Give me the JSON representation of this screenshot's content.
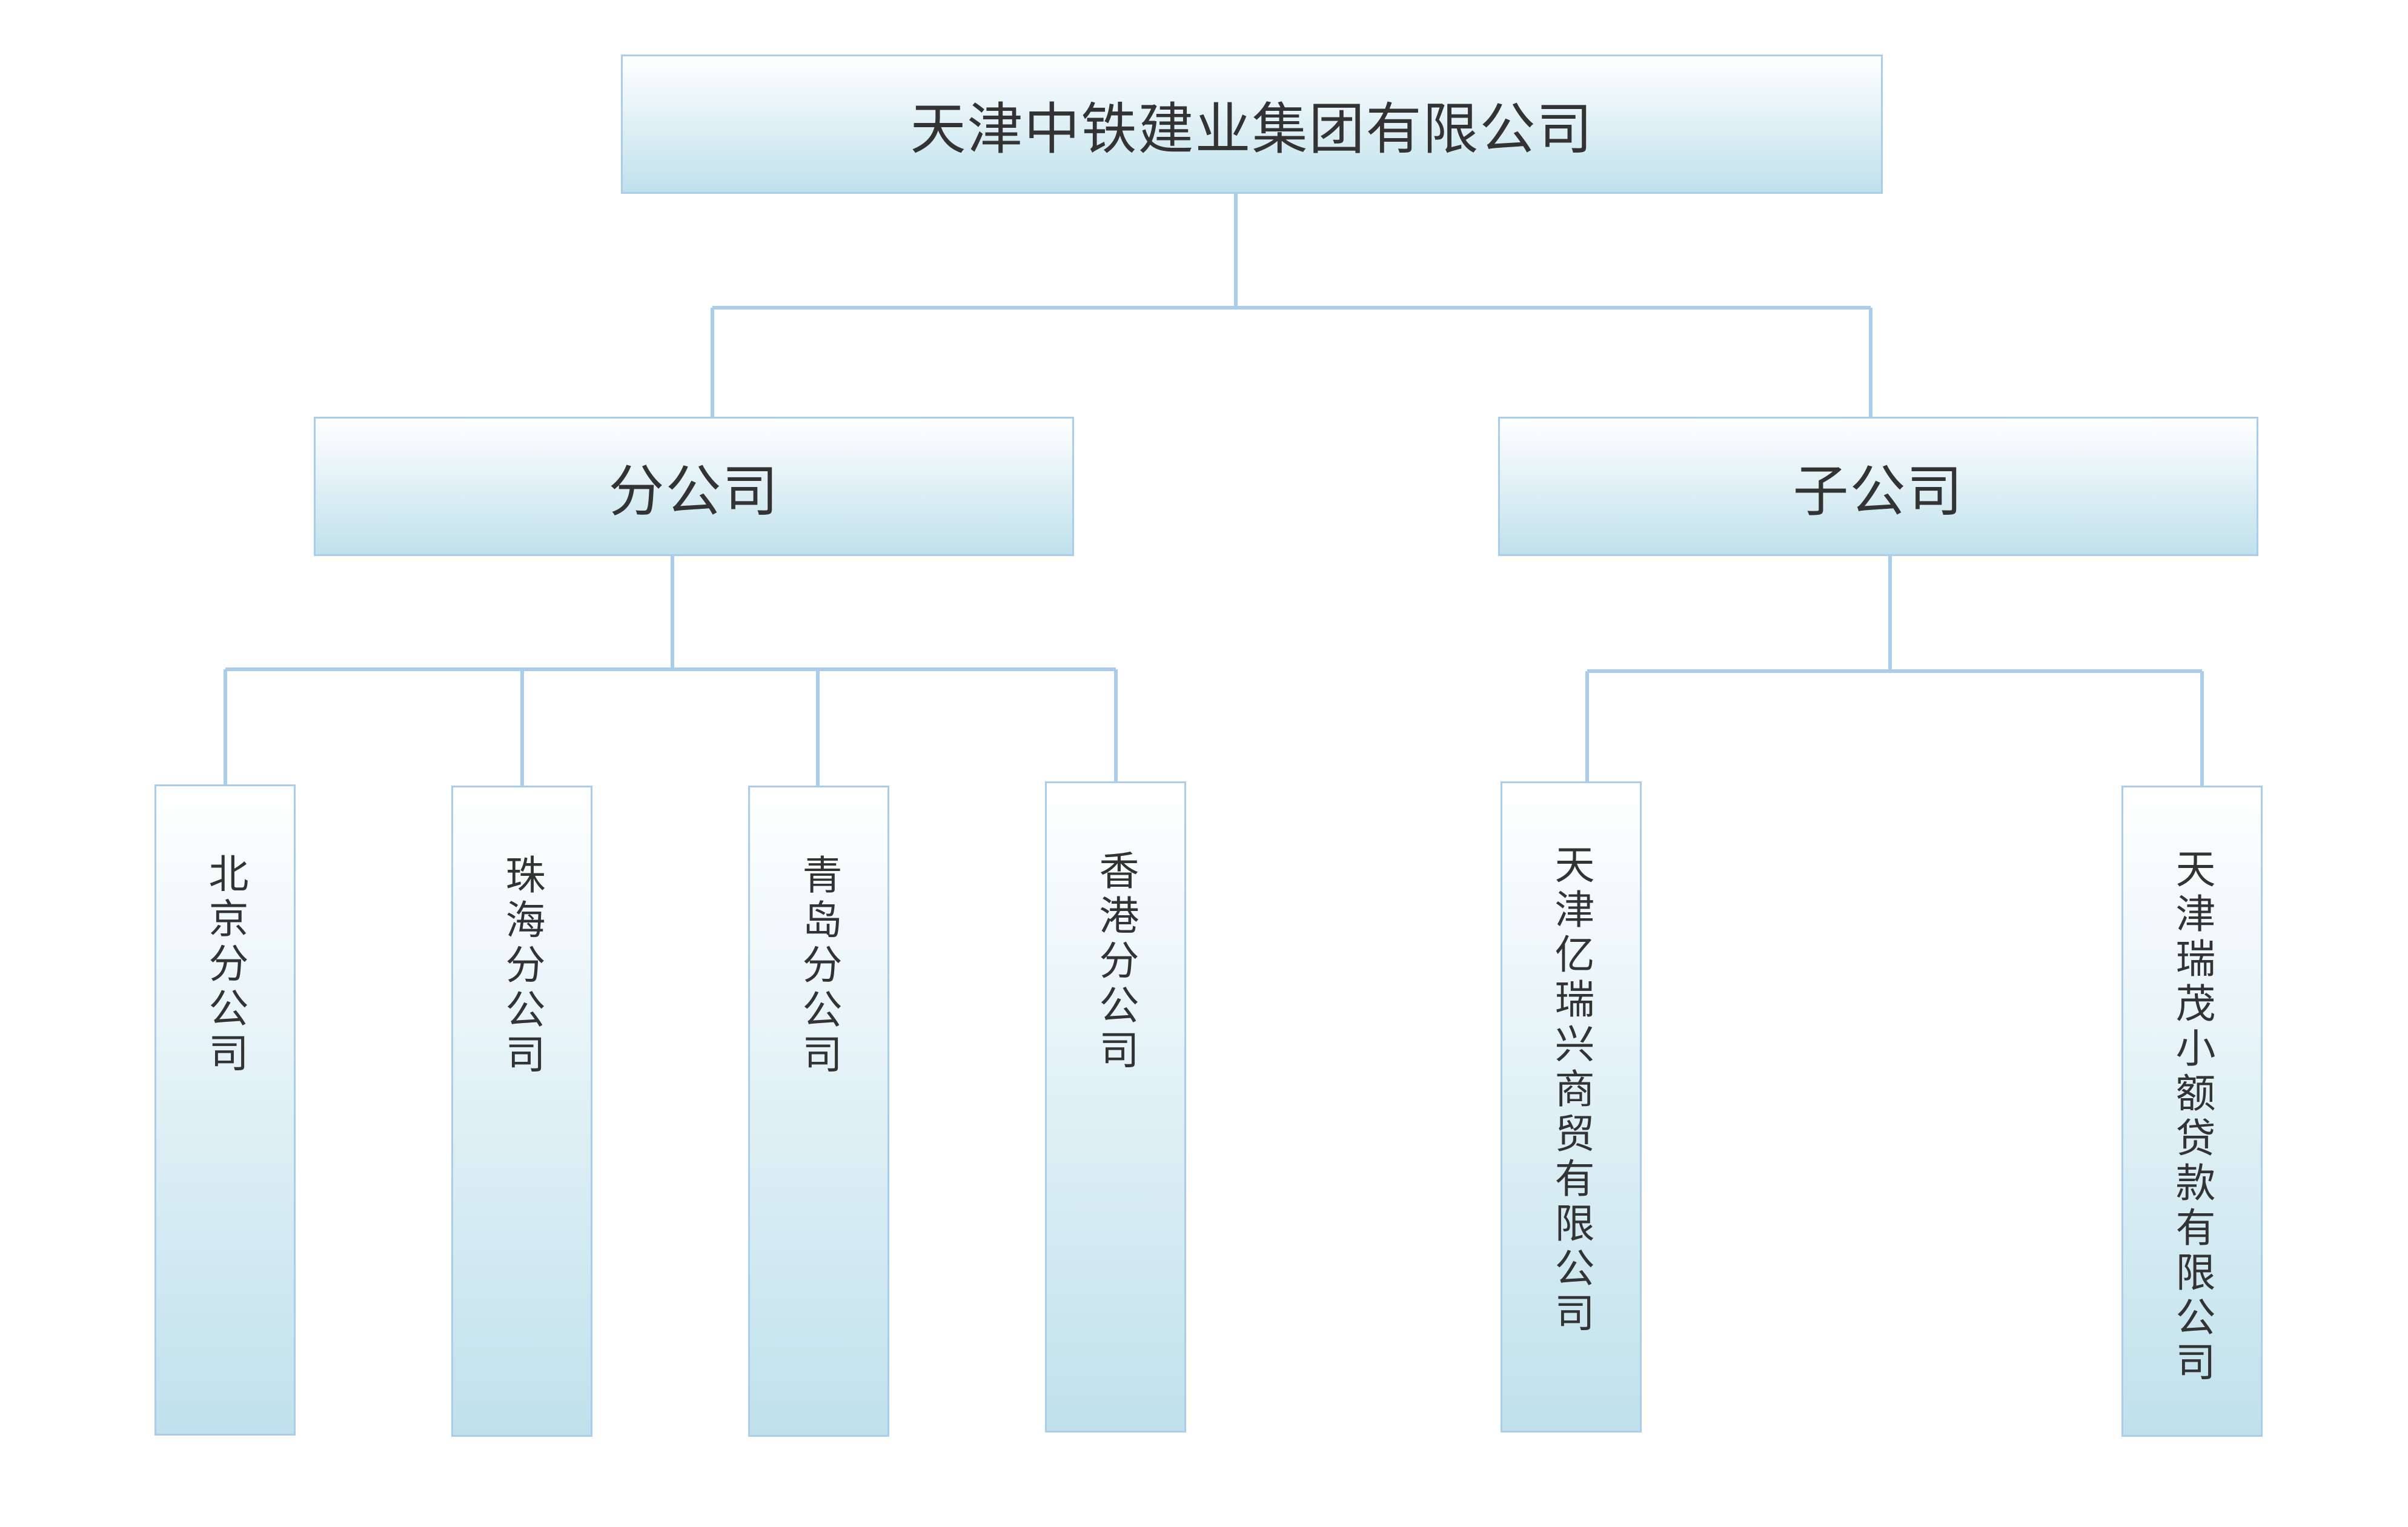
{
  "diagram": {
    "root": {
      "label": "天津中铁建业集团有限公司"
    },
    "branches_group": {
      "label": "分公司",
      "children": [
        "北京分公司",
        "珠海分公司",
        "青岛分公司",
        "香港分公司"
      ]
    },
    "subsidiaries_group": {
      "label": "子公司",
      "children": [
        "天津亿瑞兴商贸有限公司",
        "天津瑞茂小额贷款有限公司"
      ]
    },
    "colors": {
      "connector": "#a9cdea",
      "box_border": "#a9cdea",
      "box_top": "#ffffff",
      "box_bottom": "#c0e1ec",
      "text": "#333333"
    }
  }
}
